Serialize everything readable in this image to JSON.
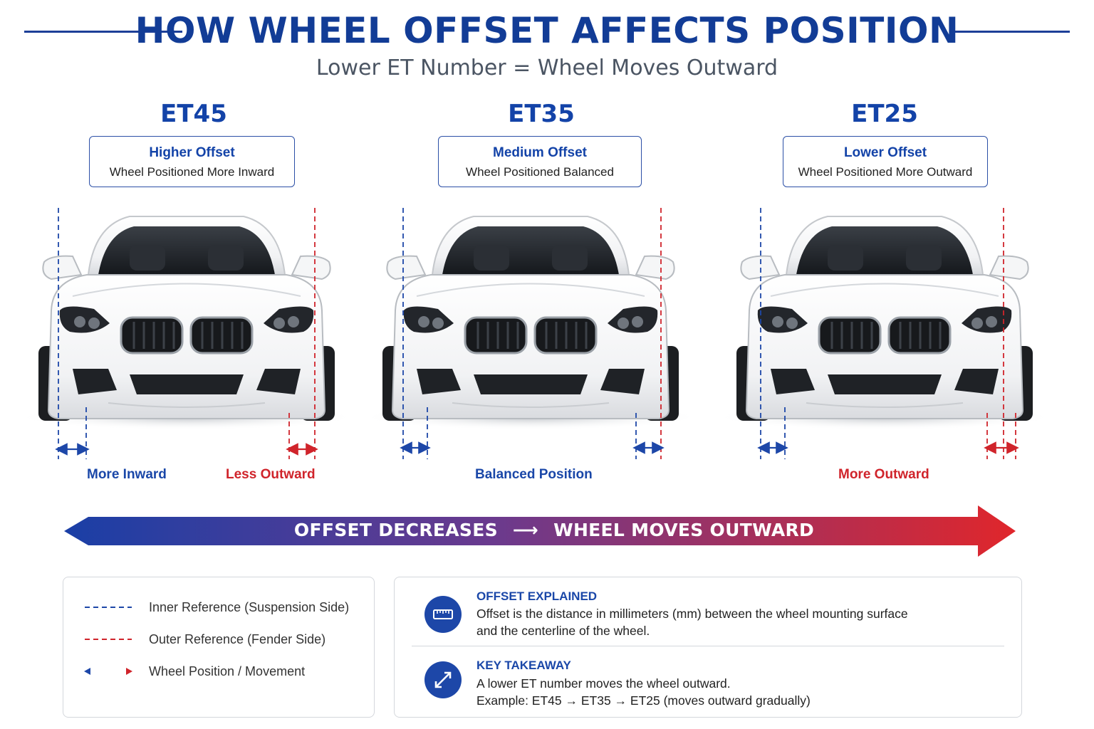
{
  "header": {
    "title": "HOW WHEEL OFFSET AFFECTS POSITION",
    "subtitle": "Lower ET Number = Wheel Moves Outward"
  },
  "columns": [
    {
      "et": "ET45",
      "box_title": "Higher Offset",
      "box_text": "Wheel Positioned More Inward",
      "labels": [
        {
          "text": "More Inward",
          "color": "blue"
        },
        {
          "text": "Less Outward",
          "color": "red"
        }
      ]
    },
    {
      "et": "ET35",
      "box_title": "Medium Offset",
      "box_text": "Wheel Positioned Balanced",
      "labels": [
        {
          "text": "Balanced Position",
          "color": "blue"
        }
      ]
    },
    {
      "et": "ET25",
      "box_title": "Lower Offset",
      "box_text": "Wheel Positioned More Outward",
      "labels": [
        {
          "text": "More Outward",
          "color": "red"
        }
      ]
    }
  ],
  "arrow": {
    "text_left": "OFFSET DECREASES",
    "text_arrow": "⟶",
    "text_right": "WHEEL MOVES OUTWARD"
  },
  "legend": {
    "items": [
      {
        "text": "Inner Reference (Suspension Side)",
        "kind": "blue-dashed"
      },
      {
        "text": "Outer Reference (Fender Side)",
        "kind": "red-dashed"
      },
      {
        "text": "Wheel Position / Movement",
        "kind": "double-arrow"
      }
    ]
  },
  "explanations": [
    {
      "title": "OFFSET EXPLAINED",
      "line1": "Offset is the distance in millimeters (mm) between the wheel mounting surface",
      "line2": "and the centerline of the wheel.",
      "icon": "ruler-icon"
    },
    {
      "title": "KEY TAKEAWAY",
      "line1": "A lower ET number moves the wheel outward.",
      "line2": "Example: ET45 → ET35 → ET25 (moves outward gradually)",
      "icon": "expand-arrow-icon"
    }
  ],
  "colors": {
    "brand_blue": "#1343a8",
    "accent_red": "#d0242b",
    "inner_ref": "#1d47a8",
    "outer_ref": "#d0242b"
  }
}
